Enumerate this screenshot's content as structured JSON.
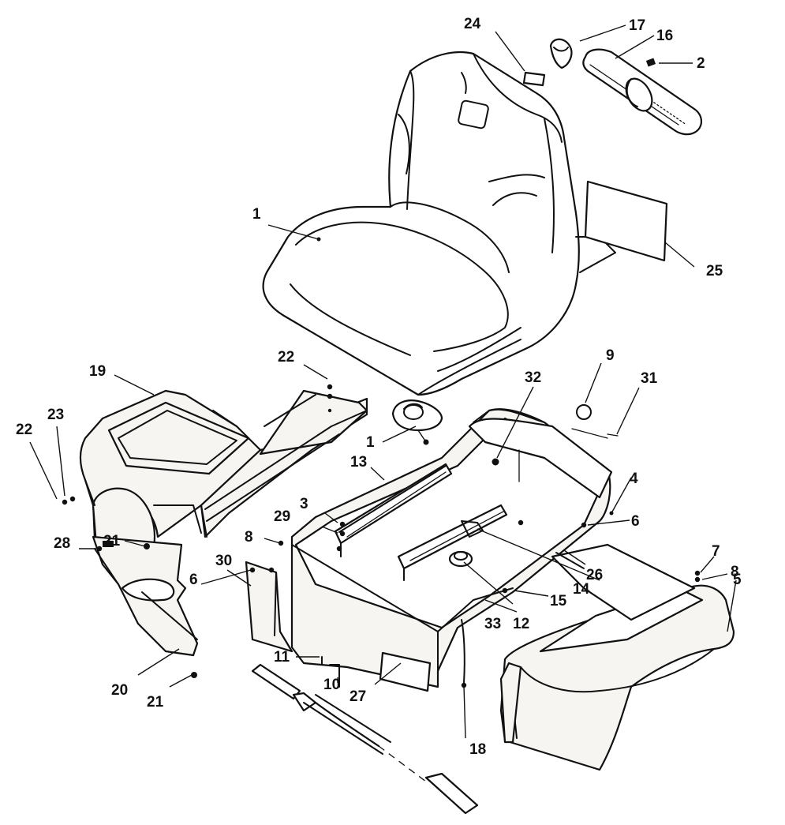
{
  "callouts": [
    {
      "id": "c1a",
      "text": "1"
    },
    {
      "id": "c1b",
      "text": "1"
    },
    {
      "id": "c2",
      "text": "2"
    },
    {
      "id": "c3",
      "text": "3"
    },
    {
      "id": "c4",
      "text": "4"
    },
    {
      "id": "c5",
      "text": "5"
    },
    {
      "id": "c6a",
      "text": "6"
    },
    {
      "id": "c6b",
      "text": "6"
    },
    {
      "id": "c7",
      "text": "7"
    },
    {
      "id": "c8a",
      "text": "8"
    },
    {
      "id": "c8b",
      "text": "8"
    },
    {
      "id": "c9",
      "text": "9"
    },
    {
      "id": "c10",
      "text": "10"
    },
    {
      "id": "c11",
      "text": "11"
    },
    {
      "id": "c12",
      "text": "12"
    },
    {
      "id": "c13",
      "text": "13"
    },
    {
      "id": "c14",
      "text": "14"
    },
    {
      "id": "c15",
      "text": "15"
    },
    {
      "id": "c16",
      "text": "16"
    },
    {
      "id": "c17",
      "text": "17"
    },
    {
      "id": "c18",
      "text": "18"
    },
    {
      "id": "c19",
      "text": "19"
    },
    {
      "id": "c20",
      "text": "20"
    },
    {
      "id": "c21a",
      "text": "21"
    },
    {
      "id": "c21b",
      "text": "21"
    },
    {
      "id": "c22a",
      "text": "22"
    },
    {
      "id": "c22b",
      "text": "22"
    },
    {
      "id": "c23",
      "text": "23"
    },
    {
      "id": "c24",
      "text": "24"
    },
    {
      "id": "c25",
      "text": "25"
    },
    {
      "id": "c26",
      "text": "26"
    },
    {
      "id": "c27",
      "text": "27"
    },
    {
      "id": "c28",
      "text": "28"
    },
    {
      "id": "c29",
      "text": "29"
    },
    {
      "id": "c30",
      "text": "30"
    },
    {
      "id": "c31",
      "text": "31"
    },
    {
      "id": "c32",
      "text": "32"
    },
    {
      "id": "c33",
      "text": "33"
    }
  ]
}
